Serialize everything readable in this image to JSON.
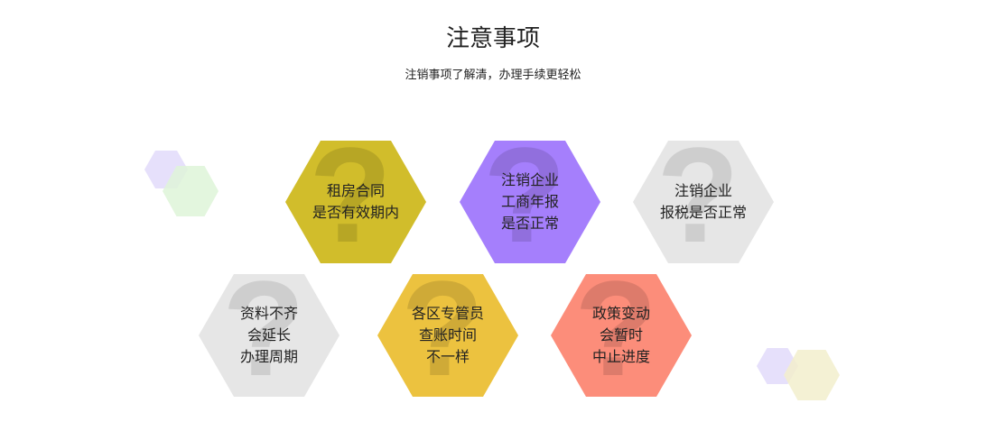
{
  "header": {
    "title": "注意事项",
    "subtitle": "注销事项了解清，办理手续更轻松"
  },
  "icons": {
    "card_watermark": "question-mark-icon",
    "decorations": "hexagon-shapes"
  },
  "cards": [
    {
      "lines": [
        "租房合同",
        "是否有效期内"
      ],
      "color": "#d1bd2b"
    },
    {
      "lines": [
        "注销企业",
        "工商年报",
        "是否正常"
      ],
      "color": "#a57ffc"
    },
    {
      "lines": [
        "注销企业",
        "报税是否正常"
      ],
      "color": "#e6e6e6"
    },
    {
      "lines": [
        "资料不齐",
        "会延长",
        "办理周期"
      ],
      "color": "#e6e6e6"
    },
    {
      "lines": [
        "各区专管员",
        "查账时间",
        "不一样"
      ],
      "color": "#ecc23f"
    },
    {
      "lines": [
        "政策变动",
        "会暂时",
        "中止进度"
      ],
      "color": "#fc8d7a"
    }
  ],
  "decor_colors": {
    "lavender": "#e6e0fb",
    "mint": "#dff5d9",
    "cream": "#f3efcd"
  }
}
